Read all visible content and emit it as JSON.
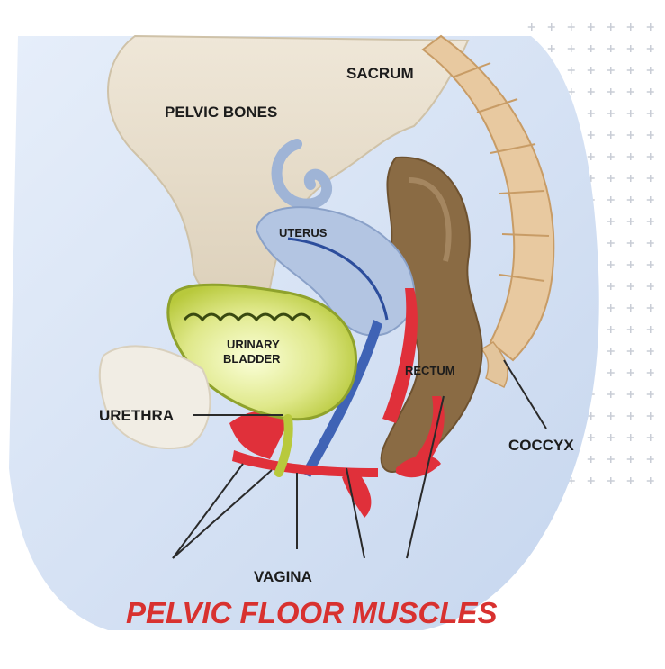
{
  "labels": {
    "sacrum": "SACRUM",
    "pelvic_bones": "PELVIC BONES",
    "uterus": "UTERUS",
    "urinary": "URINARY",
    "bladder": "BLADDER",
    "urethra": "URETHRA",
    "rectum": "RECTUM",
    "coccyx": "COCCYX",
    "vagina": "VAGINA"
  },
  "title": "PELVIC FLOOR MUSCLES",
  "colors": {
    "skin": "#d6e3f4",
    "bone": "#e6dcc9",
    "bladder": "#b6c93c",
    "uterus": "#a9bede",
    "rectum": "#7a5f3a",
    "muscle": "#e0303a",
    "title": "#d8312f"
  }
}
